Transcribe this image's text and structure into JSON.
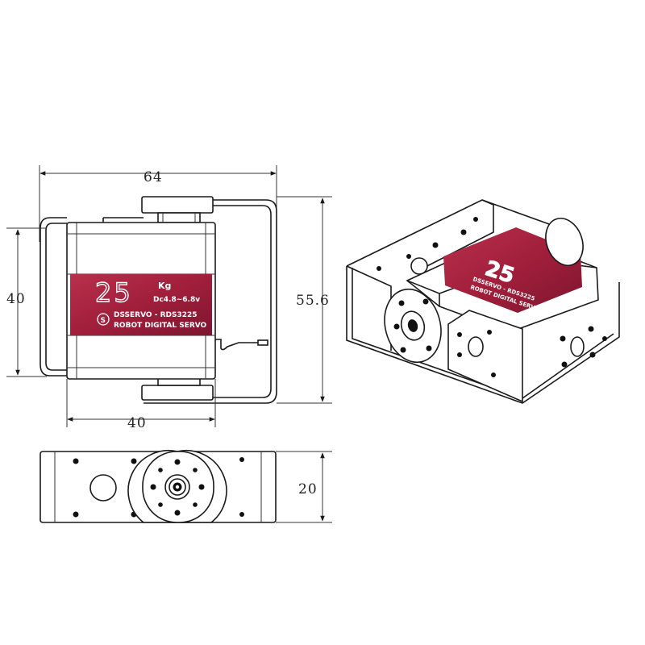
{
  "dimensions": {
    "top_width": "64",
    "height_right": "55.6",
    "height_left": "40",
    "body_width": "40",
    "depth": "20"
  },
  "servo_label": {
    "load": "25",
    "unit": "Kg",
    "voltage": "Dc4.8~6.8v",
    "model": "DSSERVO - RDS3225",
    "type": "ROBOT  DIGITAL SERVO"
  },
  "colors": {
    "label_red": "#a8243f",
    "label_red_dark": "#7e1530",
    "line": "#1a1a1a"
  }
}
